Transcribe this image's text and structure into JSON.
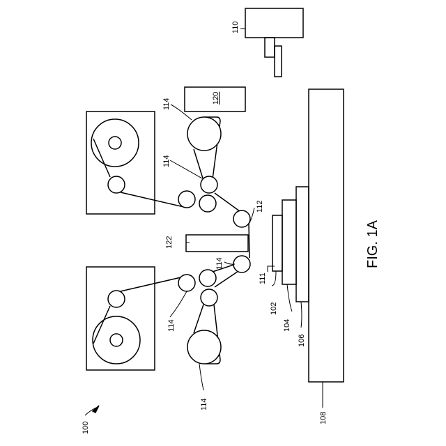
{
  "figure": {
    "caption": "FIG. 1A",
    "labels": {
      "system": "100",
      "item_102": "102",
      "item_104": "104",
      "item_106": "106",
      "item_108": "108",
      "item_110": "110",
      "item_111": "111",
      "item_112": "112",
      "item_114": "114",
      "item_120": "120",
      "item_122": "122"
    }
  }
}
